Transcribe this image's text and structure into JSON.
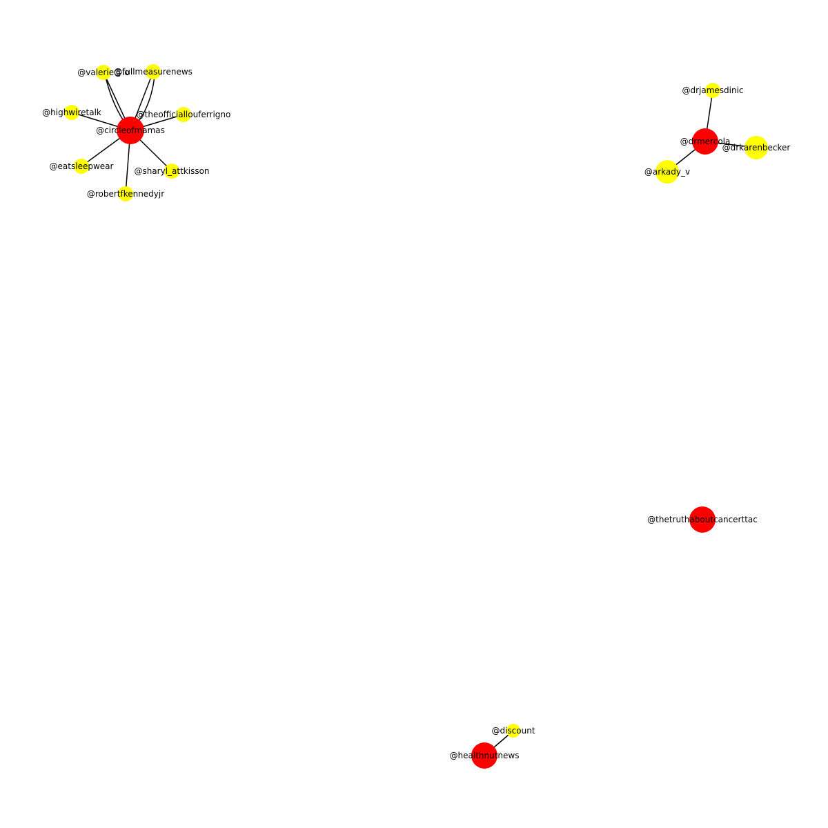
{
  "graph": {
    "colors": {
      "hub": "#ff0000",
      "leaf": "#ffff00",
      "edge": "#000000",
      "label": "#000000",
      "background": "#ffffff"
    },
    "nodes": [
      {
        "id": "circleofmamas",
        "label": "@circleofmamas",
        "role": "hub"
      },
      {
        "id": "valerie",
        "label": "@valerie@lo",
        "role": "leaf"
      },
      {
        "id": "fullmeasurenews",
        "label": "@fullmeasurenews",
        "role": "leaf"
      },
      {
        "id": "highwiretalk",
        "label": "@highwiretalk",
        "role": "leaf"
      },
      {
        "id": "theofficiallouferrigno",
        "label": "@theofficiallouferrigno",
        "role": "leaf"
      },
      {
        "id": "eatsleepwear",
        "label": "@eatsleepwear",
        "role": "leaf"
      },
      {
        "id": "sharyl_attkisson",
        "label": "@sharyl_attkisson",
        "role": "leaf"
      },
      {
        "id": "robertfkennedyjr",
        "label": "@robertfkennedyjr",
        "role": "leaf"
      },
      {
        "id": "drmercola",
        "label": "@drmercola",
        "role": "hub"
      },
      {
        "id": "drjamesdinic",
        "label": "@drjamesdinic",
        "role": "leaf"
      },
      {
        "id": "drkarenbecker",
        "label": "@drkarenbecker",
        "role": "leaf"
      },
      {
        "id": "arkady_v",
        "label": "@arkady_v",
        "role": "leaf"
      },
      {
        "id": "thetruthaboutcancerttac",
        "label": "@thetruthaboutcancerttac",
        "role": "hub"
      },
      {
        "id": "discount",
        "label": "@discount",
        "role": "leaf"
      },
      {
        "id": "healthnutnews",
        "label": "@healthnutnews",
        "role": "hub"
      }
    ],
    "edges": [
      {
        "source": "circleofmamas",
        "target": "valerie",
        "curved": false
      },
      {
        "source": "circleofmamas",
        "target": "fullmeasurenews",
        "curved": false
      },
      {
        "source": "circleofmamas",
        "target": "valerie",
        "curved": true
      },
      {
        "source": "circleofmamas",
        "target": "fullmeasurenews",
        "curved": true
      },
      {
        "source": "circleofmamas",
        "target": "highwiretalk",
        "curved": false
      },
      {
        "source": "circleofmamas",
        "target": "theofficiallouferrigno",
        "curved": false
      },
      {
        "source": "circleofmamas",
        "target": "eatsleepwear",
        "curved": false
      },
      {
        "source": "circleofmamas",
        "target": "sharyl_attkisson",
        "curved": false
      },
      {
        "source": "circleofmamas",
        "target": "robertfkennedyjr",
        "curved": false
      },
      {
        "source": "drmercola",
        "target": "drjamesdinic",
        "curved": false
      },
      {
        "source": "drmercola",
        "target": "drkarenbecker",
        "curved": false
      },
      {
        "source": "drmercola",
        "target": "arkady_v",
        "curved": false
      },
      {
        "source": "healthnutnews",
        "target": "discount",
        "curved": false
      }
    ]
  }
}
